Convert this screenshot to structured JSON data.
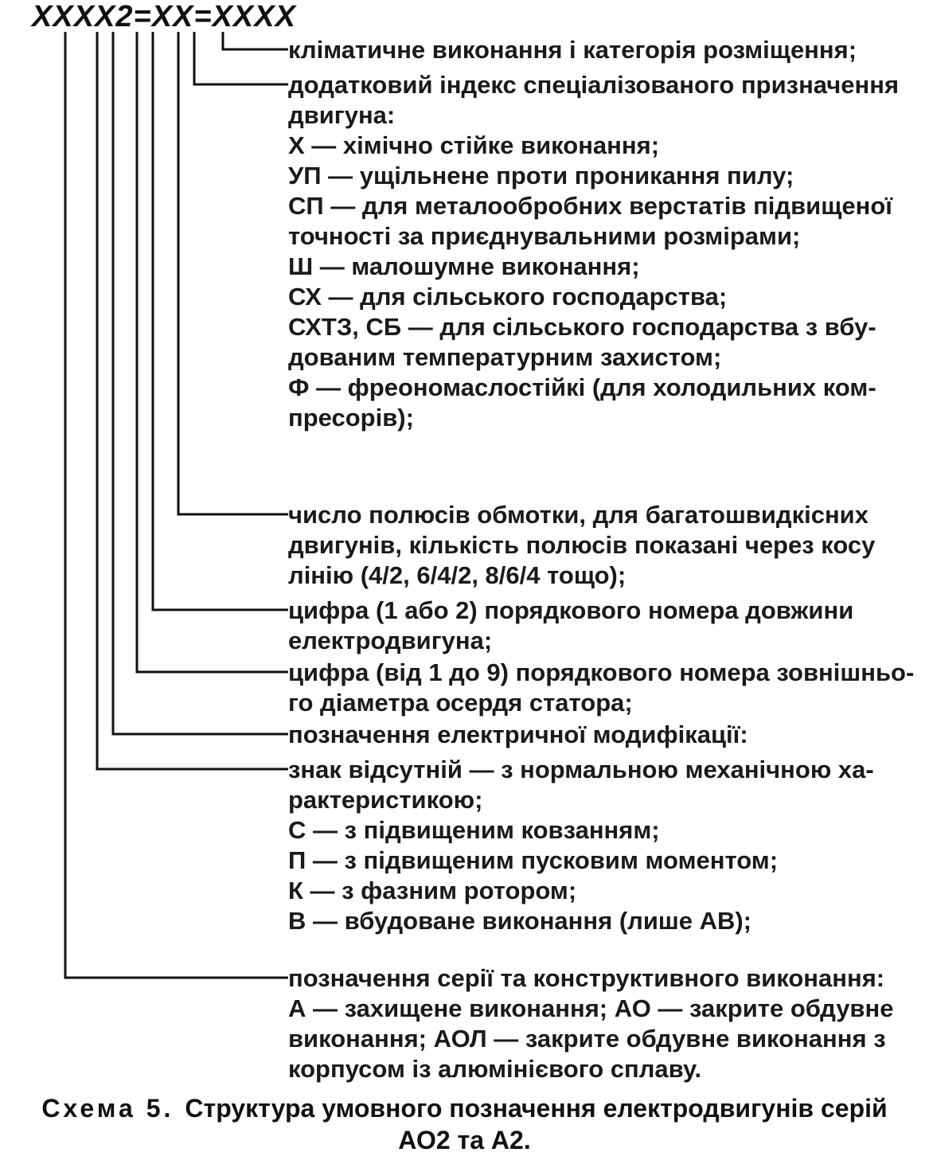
{
  "code": "XXXX2=XX=XXXX",
  "entries": [
    {
      "name": "climate",
      "lines": [
        "кліматичне виконання і категорія розміщення;"
      ]
    },
    {
      "name": "special-index",
      "lines": [
        "додатковий індекс спеціалізованого призначення",
        "двигуна:",
        "Х — хімічно стійке виконання;",
        "УП — ущільнене проти проникання пилу;",
        "СП — для металообробних верстатів підвищеної",
        "точності за приєднувальними розмірами;",
        "Ш — малошумне виконання;",
        "СХ — для сільського господарства;",
        "СХТЗ, СБ — для сільського господарства з вбу-",
        "дованим температурним захистом;",
        "Ф — фреономаслостійкі (для холодильних ком-",
        "пресорів);"
      ]
    },
    {
      "name": "poles",
      "lines": [
        "число полюсів обмотки, для багатошвидкісних",
        "двигунів, кількість полюсів показані через косу",
        "лінію (4/2, 6/4/2, 8/6/4 тощо);"
      ]
    },
    {
      "name": "length",
      "lines": [
        "цифра (1 або 2) порядкового номера довжини",
        "електродвигуна;"
      ]
    },
    {
      "name": "diameter",
      "lines": [
        "цифра (від 1 до 9) порядкового номера зовнішньо-",
        "го діаметра осердя статора;"
      ]
    },
    {
      "name": "electric-mod",
      "lines": [
        "позначення електричної модифікації:"
      ]
    },
    {
      "name": "mechanical",
      "lines": [
        "знак відсутній — з нормальною механічною ха-",
        "рактеристикою;",
        "С — з підвищеним ковзанням;",
        "П — з підвищеним пусковим моментом;",
        "К — з фазним ротором;",
        "В — вбудоване виконання (лише АВ);"
      ]
    },
    {
      "name": "series",
      "lines": [
        "позначення серії та конструктивного виконання:",
        "А — захищене виконання; АО — закрите обдувне",
        "виконання; АОЛ — закрите обдувне виконання з",
        "корпусом із алюмінієвого сплаву."
      ]
    }
  ],
  "caption": {
    "label": "Схема 5.",
    "line1": "Структура умовного позначення електродвигунів серій",
    "line2": "АО2 та А2."
  }
}
